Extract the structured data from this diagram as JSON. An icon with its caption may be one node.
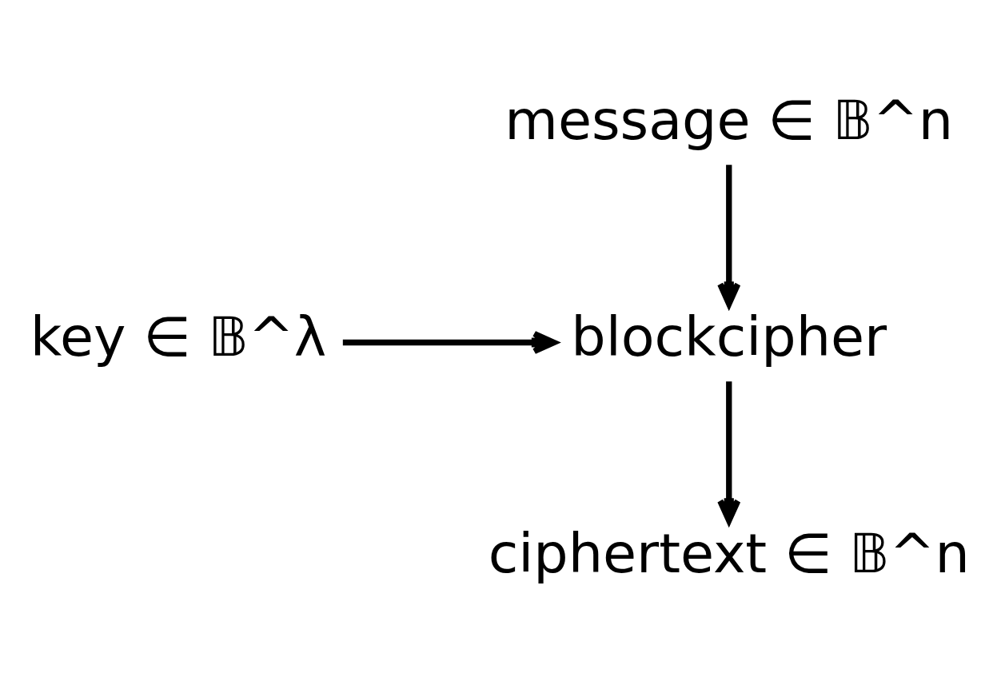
{
  "diagram": {
    "nodes": [
      {
        "text": [
          "message ∈ 𝔹^n"
        ]
      },
      {
        "text": [
          "key ∈ 𝔹^λ"
        ]
      },
      {
        "text": [
          "blockcipher"
        ]
      },
      {
        "text": [
          "ciphertext ∈ 𝔹^n"
        ]
      }
    ],
    "edges": [
      {
        "from": 0,
        "to": 2,
        "arrow": "to"
      },
      {
        "from": 1,
        "to": 2,
        "arrow": "to"
      },
      {
        "from": 2,
        "to": 3,
        "arrow": "to"
      }
    ]
  }
}
